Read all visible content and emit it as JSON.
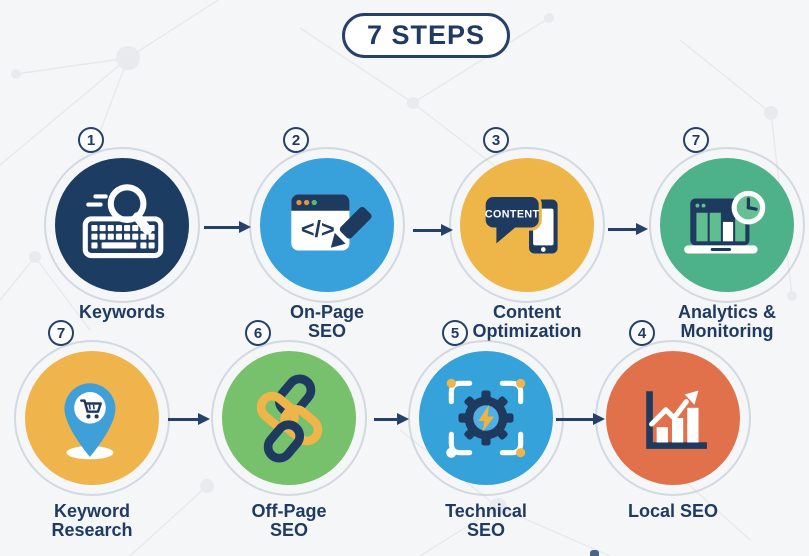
{
  "title": "7 STEPS",
  "colors": {
    "navy": "#1e3a5f",
    "arrow": "#24406b",
    "ring": "#b4c1ce",
    "background": "#f5f6f7",
    "blue": "#38a1dc",
    "yellow": "#eeb649",
    "green": "#4db189",
    "light_green": "#77c06c",
    "orange": "#e0714b"
  },
  "steps": [
    {
      "num": "1",
      "label1": "Keywords",
      "label2": "",
      "icon": "keyboard-search-icon",
      "color": "#1d3c61"
    },
    {
      "num": "2",
      "label1": "On-Page",
      "label2": "SEO",
      "icon": "browser-code-pencil-icon",
      "color": "#38a1dc",
      "code_glyph": "</>"
    },
    {
      "num": "3",
      "label1": "Content",
      "label2": "Optimization",
      "icon": "content-bubble-phone-icon",
      "color": "#eeb649",
      "bubble_text": "CONTENT"
    },
    {
      "num": "7",
      "label1": "Analytics &",
      "label2": "Monitoring",
      "icon": "laptop-analytics-clock-icon",
      "color": "#4db189"
    },
    {
      "num": "7",
      "label1": "Keyword",
      "label2": "Research",
      "icon": "map-pin-cart-icon",
      "color": "#efb54c"
    },
    {
      "num": "6",
      "label1": "Off-Page",
      "label2": "SEO",
      "icon": "chain-links-icon",
      "color": "#77c06c"
    },
    {
      "num": "5",
      "label1": "Technical",
      "label2": "SEO",
      "icon": "gear-lightning-icon",
      "color": "#36a2da"
    },
    {
      "num": "4",
      "label1": "Local SEO",
      "label2": "",
      "icon": "bar-chart-growth-icon",
      "color": "#e0714b"
    }
  ]
}
